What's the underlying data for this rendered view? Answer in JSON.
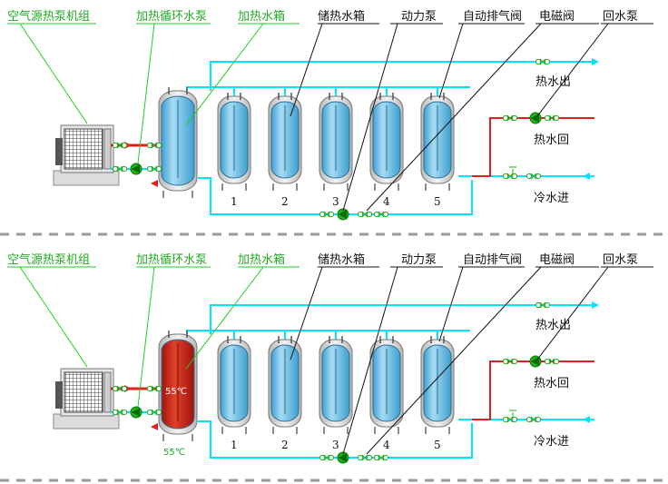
{
  "panels": [
    {
      "labels": {
        "heat_pump_unit": "空气源热泵机组",
        "heating_circ_pump": "加热循环水泵",
        "heating_tank": "加热水箱",
        "storage_tank": "储热水箱",
        "power_pump": "动力泵",
        "auto_vent_valve": "自动排气阀",
        "solenoid_valve": "电磁阀",
        "return_pump": "回水泵"
      },
      "outlets": {
        "hot_out": "热水出",
        "hot_return": "热水回",
        "cold_in": "冷水进"
      },
      "tank_numbers": [
        "1",
        "2",
        "3",
        "4",
        "5"
      ]
    },
    {
      "labels": {
        "heat_pump_unit": "空气源热泵机组",
        "heating_circ_pump": "加热循环水泵",
        "heating_tank": "加热水箱",
        "storage_tank": "储热水箱",
        "power_pump": "动力泵",
        "auto_vent_valve": "自动排气阀",
        "solenoid_valve": "电磁阀",
        "return_pump": "回水泵"
      },
      "outlets": {
        "hot_out": "热水出",
        "hot_return": "热水回",
        "cold_in": "冷水进"
      },
      "tank_numbers": [
        "1",
        "2",
        "3",
        "4",
        "5"
      ],
      "heating_tank_temp": "55℃",
      "below_tank_temp": "55℃"
    }
  ],
  "colors": {
    "pipe": "#00e5ff",
    "hot_pipe": "#e02020",
    "leader": "#22cc22",
    "tank_blue": "#6fc2ea",
    "tank_red": "#c8201a",
    "pump": "#18b418"
  }
}
